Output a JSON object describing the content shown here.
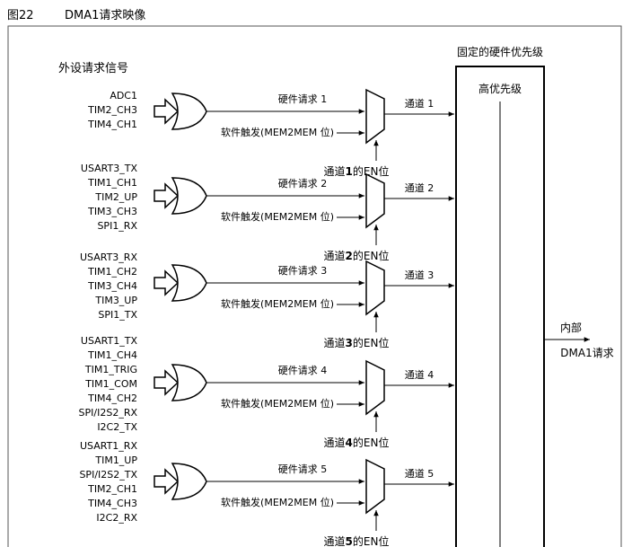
{
  "figure": {
    "label": "图22",
    "title": "DMA1请求映像"
  },
  "left_heading": "外设请求信号",
  "priority_box": {
    "title": "固定的硬件优先级",
    "high_label": "高优先级"
  },
  "output": {
    "label1": "内部",
    "label2": "DMA1请求"
  },
  "groups": [
    {
      "signals": [
        "ADC1",
        "TIM2_CH3",
        "TIM4_CH1"
      ],
      "hw_label": "硬件请求 1",
      "sw_label": "软件触发(MEM2MEM 位)",
      "channel_label": "通道 1",
      "en_prefix": "通道",
      "en_num": "1",
      "en_suffix": "的EN位"
    },
    {
      "signals": [
        "USART3_TX",
        "TIM1_CH1",
        "TIM2_UP",
        "TIM3_CH3",
        "SPI1_RX"
      ],
      "hw_label": "硬件请求 2",
      "sw_label": "软件触发(MEM2MEM 位)",
      "channel_label": "通道 2",
      "en_prefix": "通道",
      "en_num": "2",
      "en_suffix": "的EN位"
    },
    {
      "signals": [
        "USART3_RX",
        "TIM1_CH2",
        "TIM3_CH4",
        "TIM3_UP",
        "SPI1_TX"
      ],
      "hw_label": "硬件请求 3",
      "sw_label": "软件触发(MEM2MEM 位)",
      "channel_label": "通道 3",
      "en_prefix": "通道",
      "en_num": "3",
      "en_suffix": "的EN位"
    },
    {
      "signals": [
        "USART1_TX",
        "TIM1_CH4",
        "TIM1_TRIG",
        "TIM1_COM",
        "TIM4_CH2",
        "SPI/I2S2_RX",
        "I2C2_TX"
      ],
      "hw_label": "硬件请求 4",
      "sw_label": "软件触发(MEM2MEM 位)",
      "channel_label": "通道 4",
      "en_prefix": "通道",
      "en_num": "4",
      "en_suffix": "的EN位"
    },
    {
      "signals": [
        "USART1_RX",
        "TIM1_UP",
        "SPI/I2S2_TX",
        "TIM2_CH1",
        "TIM4_CH3",
        "I2C2_RX"
      ],
      "hw_label": "硬件请求 5",
      "sw_label": "软件触发(MEM2MEM 位)",
      "channel_label": "通道 5",
      "en_prefix": "通道",
      "en_num": "5",
      "en_suffix": "的EN位"
    }
  ]
}
